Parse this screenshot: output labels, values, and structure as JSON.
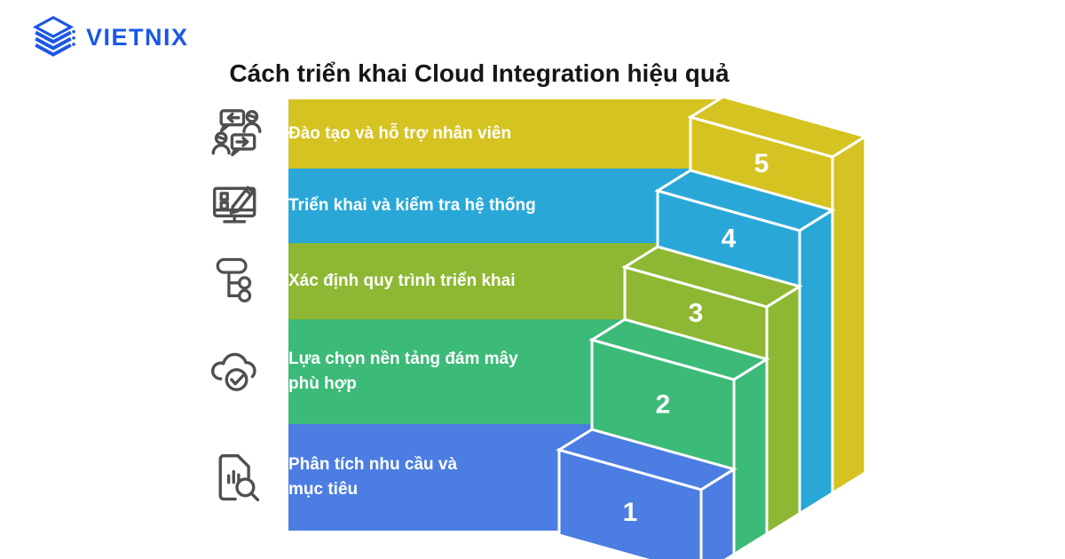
{
  "brand": {
    "name": "VIETNIX",
    "color": "#1b57e5"
  },
  "title": "Cách triển khai Cloud Integration hiệu quả",
  "title_color": "#161616",
  "label_color": "#ffffff",
  "icon_color": "#4f4f4f",
  "outline_color": "#ffffff",
  "steps": [
    {
      "number": "5",
      "label": "Đào tạo và hỗ trợ nhân viên",
      "color": "#d5c322",
      "icon": "people-chat-icon"
    },
    {
      "number": "4",
      "label": "Triển khai và kiểm tra hệ thống",
      "color": "#29a8d8",
      "icon": "monitor-pencil-icon"
    },
    {
      "number": "3",
      "label": "Xác định quy trình triển khai",
      "color": "#8eb833",
      "icon": "flowchart-icon"
    },
    {
      "number": "2",
      "label": "Lựa chọn nền tảng đám mây\nphù hợp",
      "color": "#3cba78",
      "icon": "cloud-check-icon"
    },
    {
      "number": "1",
      "label": "Phân tích nhu cầu và\nmục tiêu",
      "color": "#4b7de2",
      "icon": "doc-search-icon"
    }
  ]
}
